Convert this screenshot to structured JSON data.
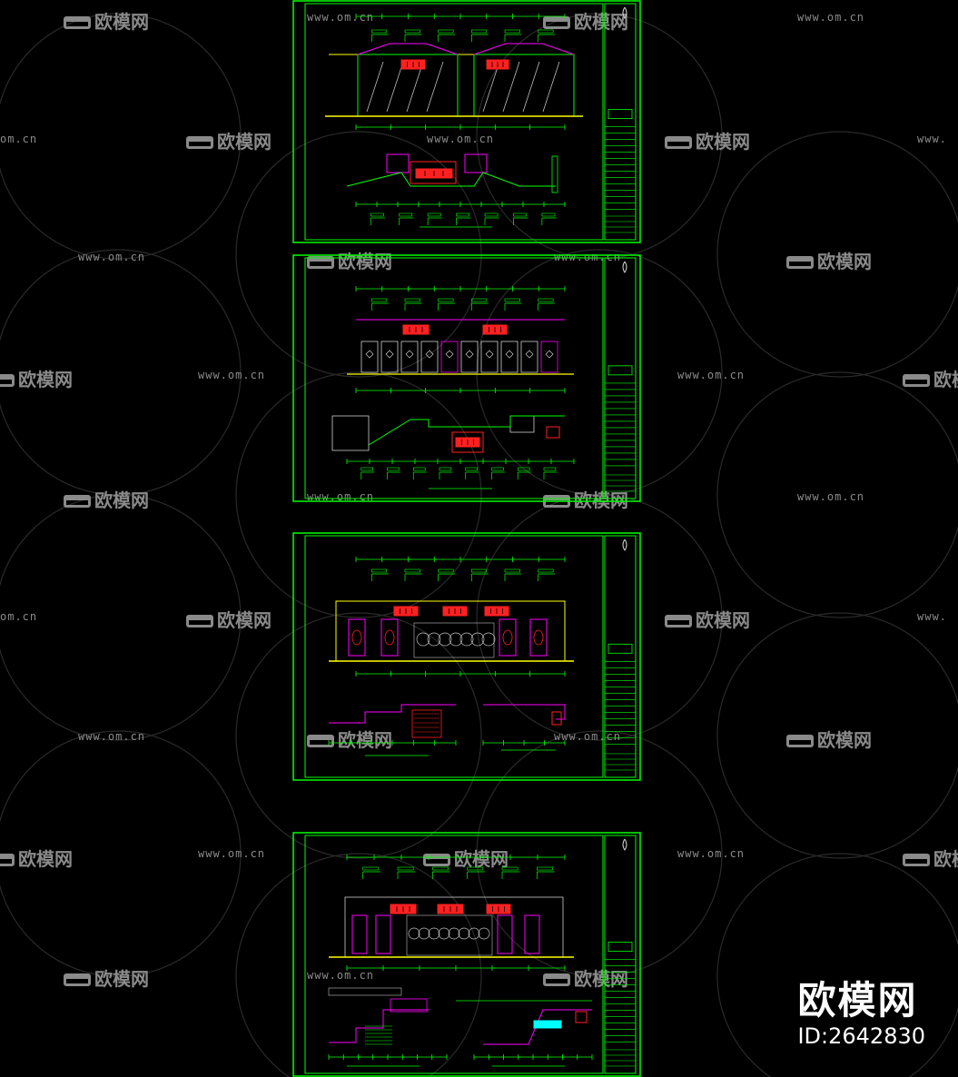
{
  "watermark": {
    "brand_text": "欧模网",
    "url_text": "www.om.cn",
    "url_partial_left": "om.cn",
    "url_partial_right": "www."
  },
  "brand_badge": {
    "name": "欧模网",
    "id_text": "ID:2642830"
  },
  "colors": {
    "background": "#000000",
    "line_green": "#00ff00",
    "accent_red": "#ff2020",
    "accent_magenta": "#ff00ff",
    "accent_yellow": "#ffff00",
    "accent_white": "#ffffff",
    "accent_cyan": "#00ffff",
    "watermark_gray": "#8a8a8a"
  },
  "sheets": [
    {
      "name": "sheet-1",
      "variant": "glass-partition"
    },
    {
      "name": "sheet-2",
      "variant": "door-elevation"
    },
    {
      "name": "sheet-3",
      "variant": "carved-panel"
    },
    {
      "name": "sheet-4",
      "variant": "carved-panel-with-sections"
    }
  ]
}
